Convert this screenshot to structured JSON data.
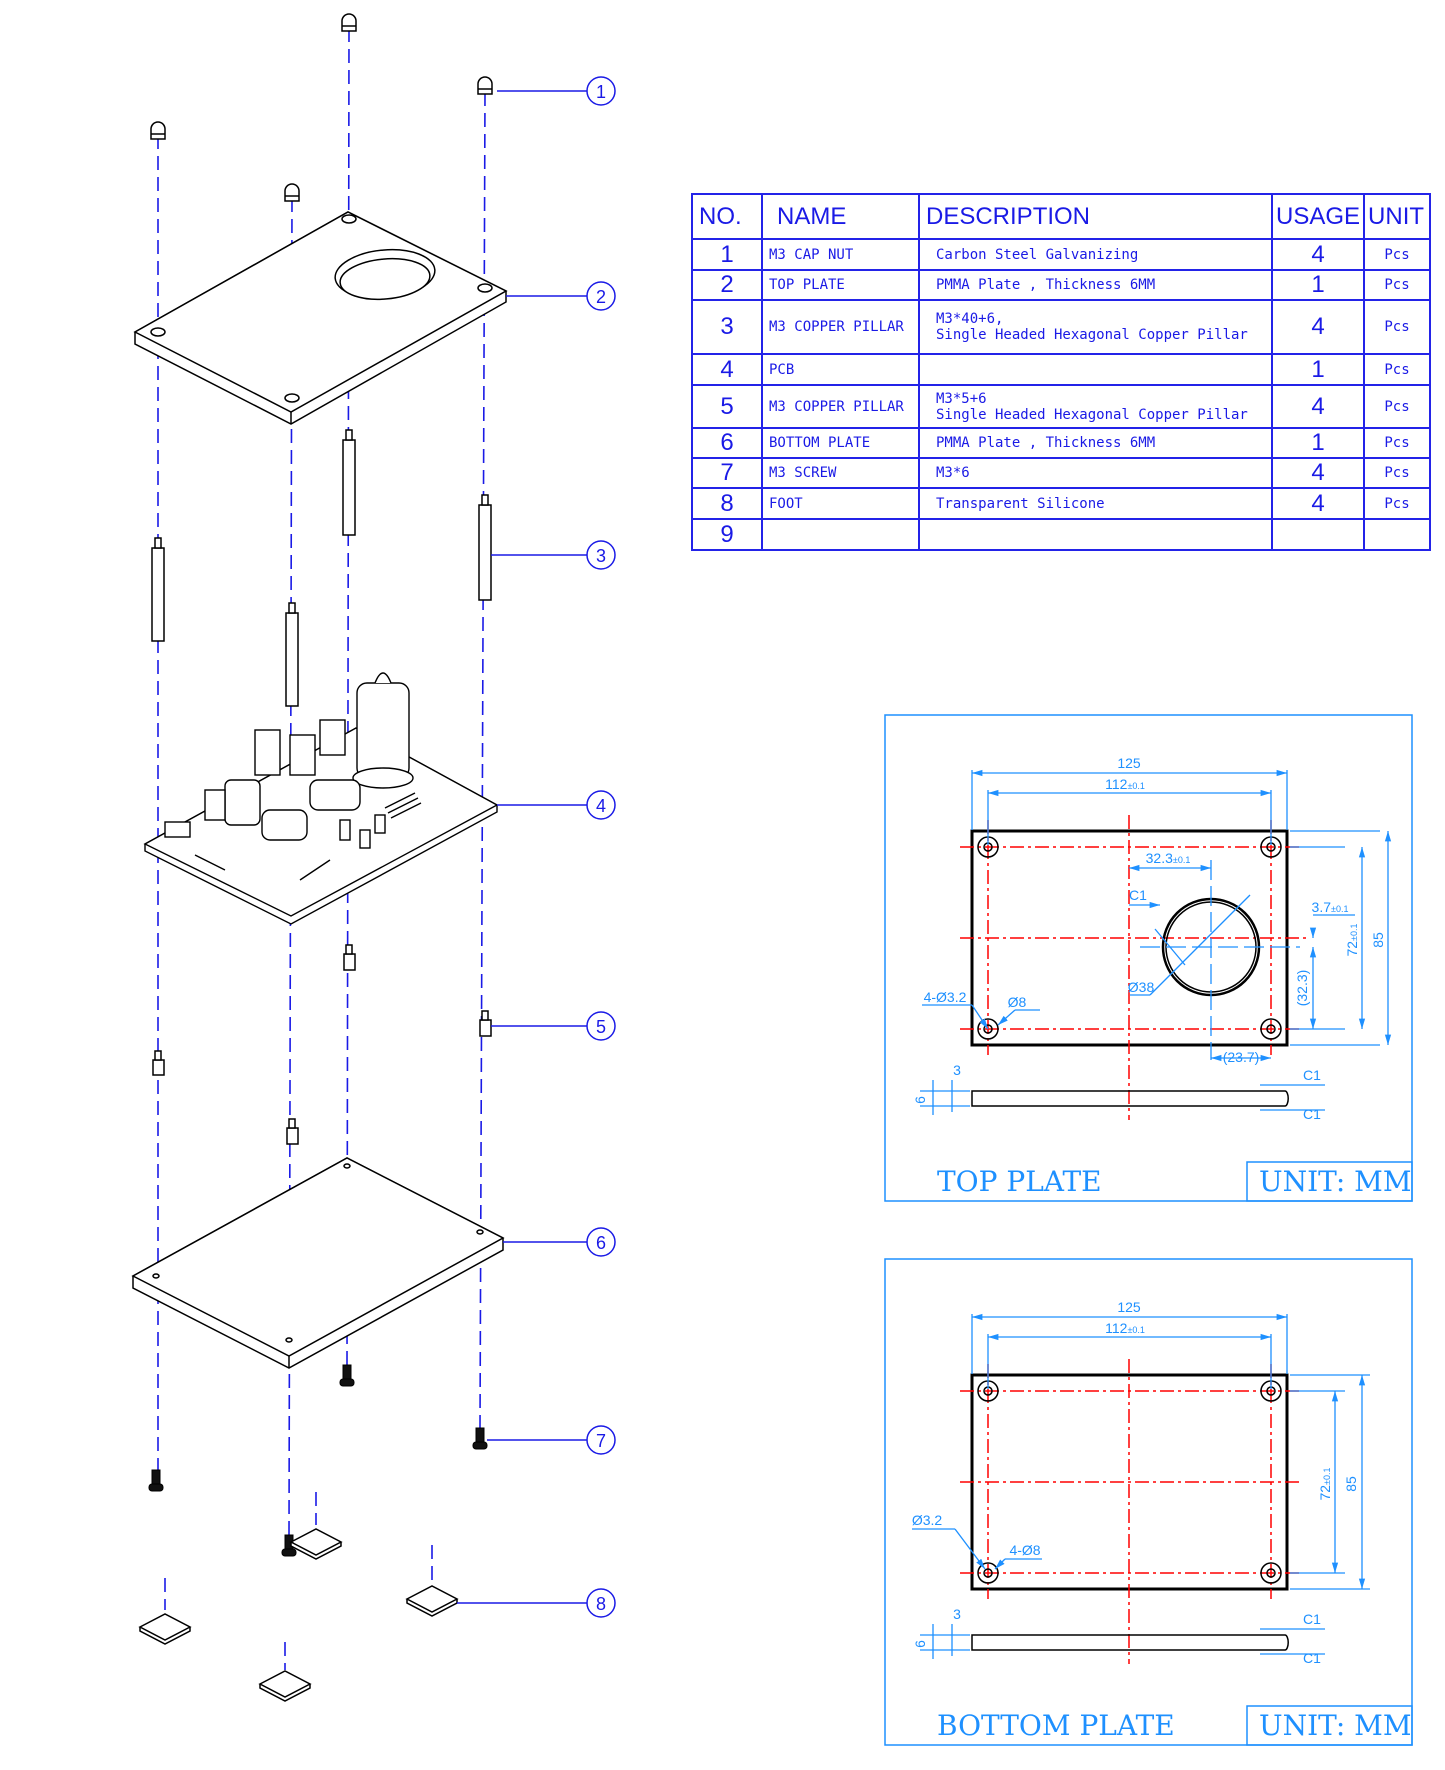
{
  "callouts": [
    "1",
    "2",
    "3",
    "4",
    "5",
    "6",
    "7",
    "8"
  ],
  "table": {
    "headers": [
      "NO.",
      "NAME",
      "DESCRIPTION",
      "USAGE",
      "UNIT"
    ],
    "rows": [
      {
        "no": "1",
        "name": "M3 CAP NUT",
        "description": "Carbon Steel Galvanizing",
        "usage": "4",
        "unit": "Pcs"
      },
      {
        "no": "2",
        "name": "TOP PLATE",
        "description": "PMMA Plate , Thickness 6MM",
        "usage": "1",
        "unit": "Pcs"
      },
      {
        "no": "3",
        "name": "M3 COPPER PILLAR",
        "description": "M3*40+6,\nSingle Headed Hexagonal Copper Pillar",
        "usage": "4",
        "unit": "Pcs"
      },
      {
        "no": "4",
        "name": "PCB",
        "description": "",
        "usage": "1",
        "unit": "Pcs"
      },
      {
        "no": "5",
        "name": "M3 COPPER PILLAR",
        "description": "M3*5+6\nSingle Headed Hexagonal Copper Pillar",
        "usage": "4",
        "unit": "Pcs"
      },
      {
        "no": "6",
        "name": "BOTTOM PLATE",
        "description": "PMMA Plate , Thickness 6MM",
        "usage": "1",
        "unit": "Pcs"
      },
      {
        "no": "7",
        "name": "M3 SCREW",
        "description": "M3*6",
        "usage": "4",
        "unit": "Pcs"
      },
      {
        "no": "8",
        "name": "FOOT",
        "description": "Transparent Silicone",
        "usage": "4",
        "unit": "Pcs"
      },
      {
        "no": "9",
        "name": "",
        "description": "",
        "usage": "",
        "unit": ""
      }
    ]
  },
  "top_plate": {
    "title": "TOP PLATE",
    "unit": "UNIT: MM",
    "dims": {
      "width": "125",
      "hole_span": "112",
      "hole_span_tol": "±0.1",
      "hole_offset": "32.3",
      "hole_offset_tol": "±0.1",
      "chamfer": "C1",
      "vert_offset": "3.7",
      "vert_offset_tol": "±0.1",
      "height_span": "72",
      "height_span_tol": "±0.1",
      "height": "85",
      "ref_v": "(32.3)",
      "ref_h": "(23.7)",
      "big_hole": "Ø38",
      "mount_holes": "4-Ø3.2",
      "counterbore": "Ø8",
      "depth": "3",
      "thickness": "6",
      "chamfer_a": "C1",
      "chamfer_b": "C1"
    }
  },
  "bottom_plate": {
    "title": "BOTTOM PLATE",
    "unit": "UNIT: MM",
    "dims": {
      "width": "125",
      "hole_span": "112",
      "hole_span_tol": "±0.1",
      "height_span": "72",
      "height_span_tol": "±0.1",
      "height": "85",
      "hole": "Ø3.2",
      "counterbore": "4-Ø8",
      "depth": "3",
      "thickness": "6",
      "chamfer_a": "C1",
      "chamfer_b": "C1"
    }
  },
  "colors": {
    "table": "#2323e8",
    "dimension": "#1e90ff",
    "centerline": "#ff0000",
    "outline": "#000000"
  }
}
